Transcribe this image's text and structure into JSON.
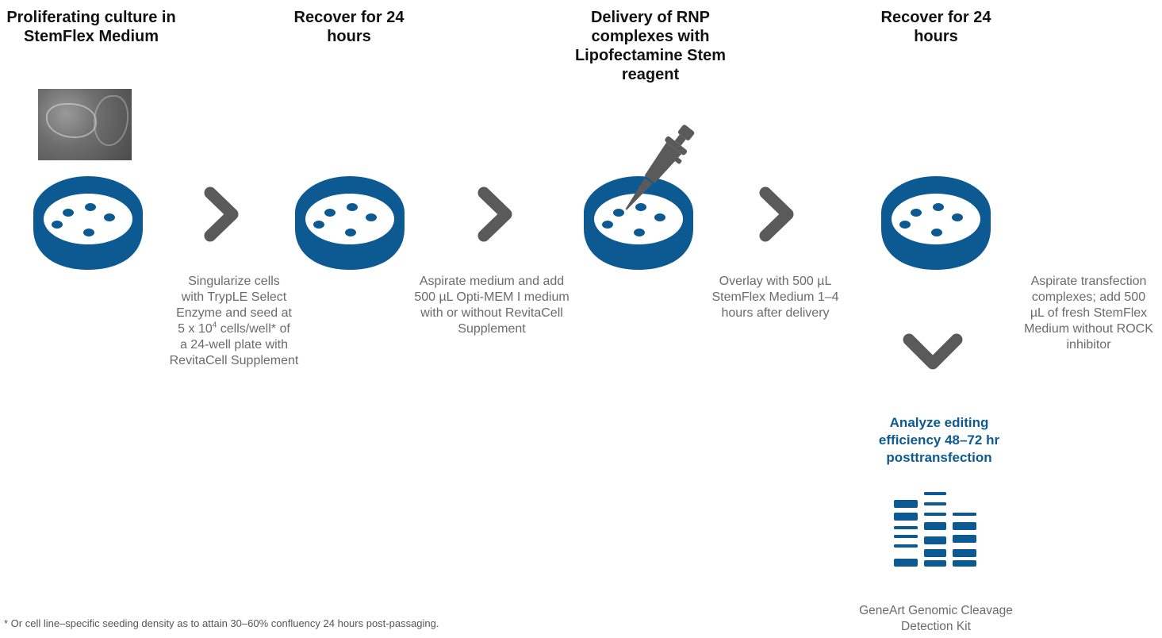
{
  "colors": {
    "dish_blue": "#0d5a92",
    "chevron_gray": "#5a5a5a",
    "title_text": "#111111",
    "desc_text": "#6b6b6b",
    "accent_blue": "#0d5a92",
    "gel_blue": "#0d5a92"
  },
  "steps": [
    {
      "title": "Proliferating culture in StemFlex Medium"
    },
    {
      "title": "Recover for 24 hours"
    },
    {
      "title": "Delivery of RNP complexes with Lipofectamine Stem reagent"
    },
    {
      "title": "Recover for 24 hours"
    }
  ],
  "transitions": [
    {
      "lines": [
        "Singularize cells",
        "with TrypLE Select",
        "Enzyme and seed at",
        "5 x 10",
        "4",
        " cells/well* of",
        "a 24-well plate with",
        "RevitaCell Supplement"
      ]
    },
    {
      "text": "Aspirate medium and add 500 µL Opti-MEM I medium with or without RevitaCell Supplement"
    },
    {
      "text": "Overlay with 500 µL StemFlex Medium 1–4 hours after delivery"
    },
    {
      "text": "Aspirate transfection complexes; add 500 µL of fresh StemFlex Medium without ROCK inhibitor"
    }
  ],
  "analysis": {
    "title": "Analyze editing efficiency 48–72 hr posttransfection",
    "kit": "GeneArt Genomic Cleavage Detection Kit"
  },
  "footnote": "* Or cell line–specific seeding density as to attain 30–60% confluency 24 hours post-passaging.",
  "icons": [
    "cell-culture-photo",
    "culture-dish-icon",
    "chevron-right-icon",
    "pipette-icon",
    "chevron-down-icon",
    "gel-bands-icon"
  ]
}
